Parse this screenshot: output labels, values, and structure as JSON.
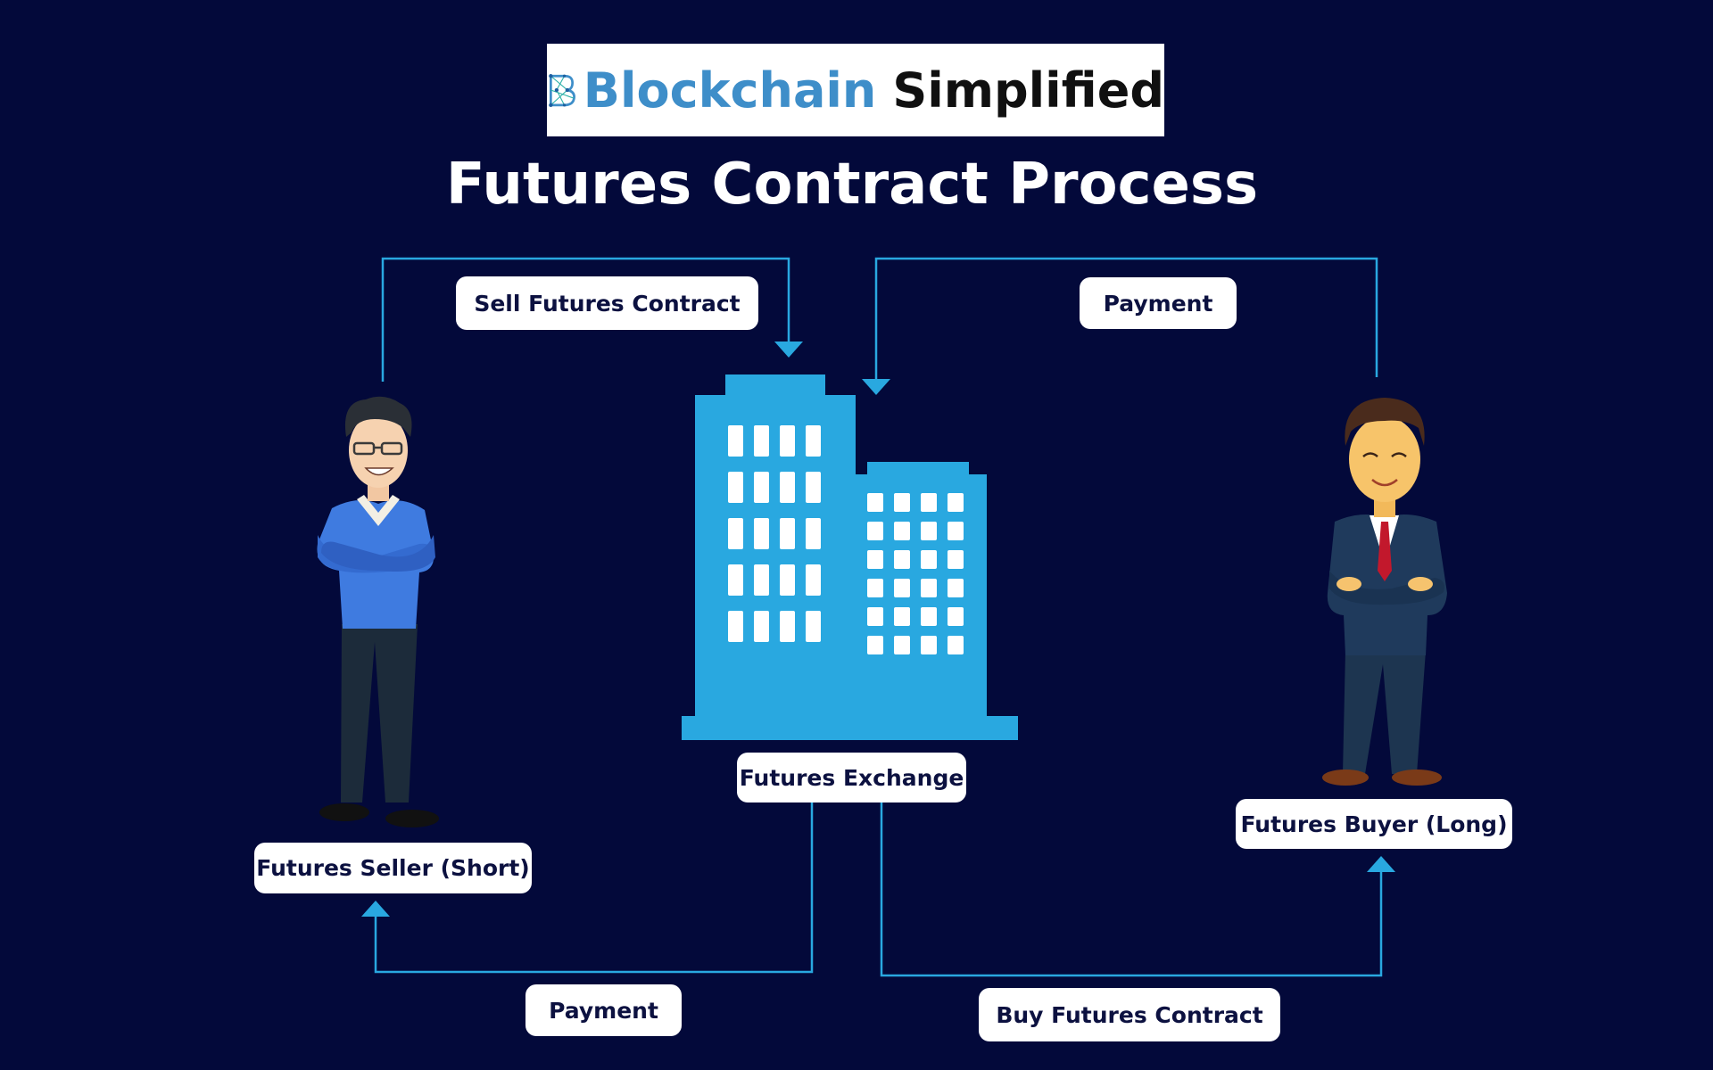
{
  "logo": {
    "word1": "Blockchain",
    "word2": "Simplified"
  },
  "title": "Futures Contract Process",
  "labels": {
    "sell_contract": "Sell Futures Contract",
    "payment_top": "Payment",
    "exchange": "Futures Exchange",
    "seller": "Futures Seller (Short)",
    "buyer": "Futures Buyer (Long)",
    "payment_bottom": "Payment",
    "buy_contract": "Buy Futures Contract"
  },
  "colors": {
    "background": "#03093a",
    "accent": "#29a8e0",
    "label_bg": "#ffffff",
    "logo_blue": "#3e8ec9"
  },
  "icons": [
    "blockchain-logo-icon",
    "building-icon",
    "seller-person-icon",
    "buyer-person-icon"
  ]
}
